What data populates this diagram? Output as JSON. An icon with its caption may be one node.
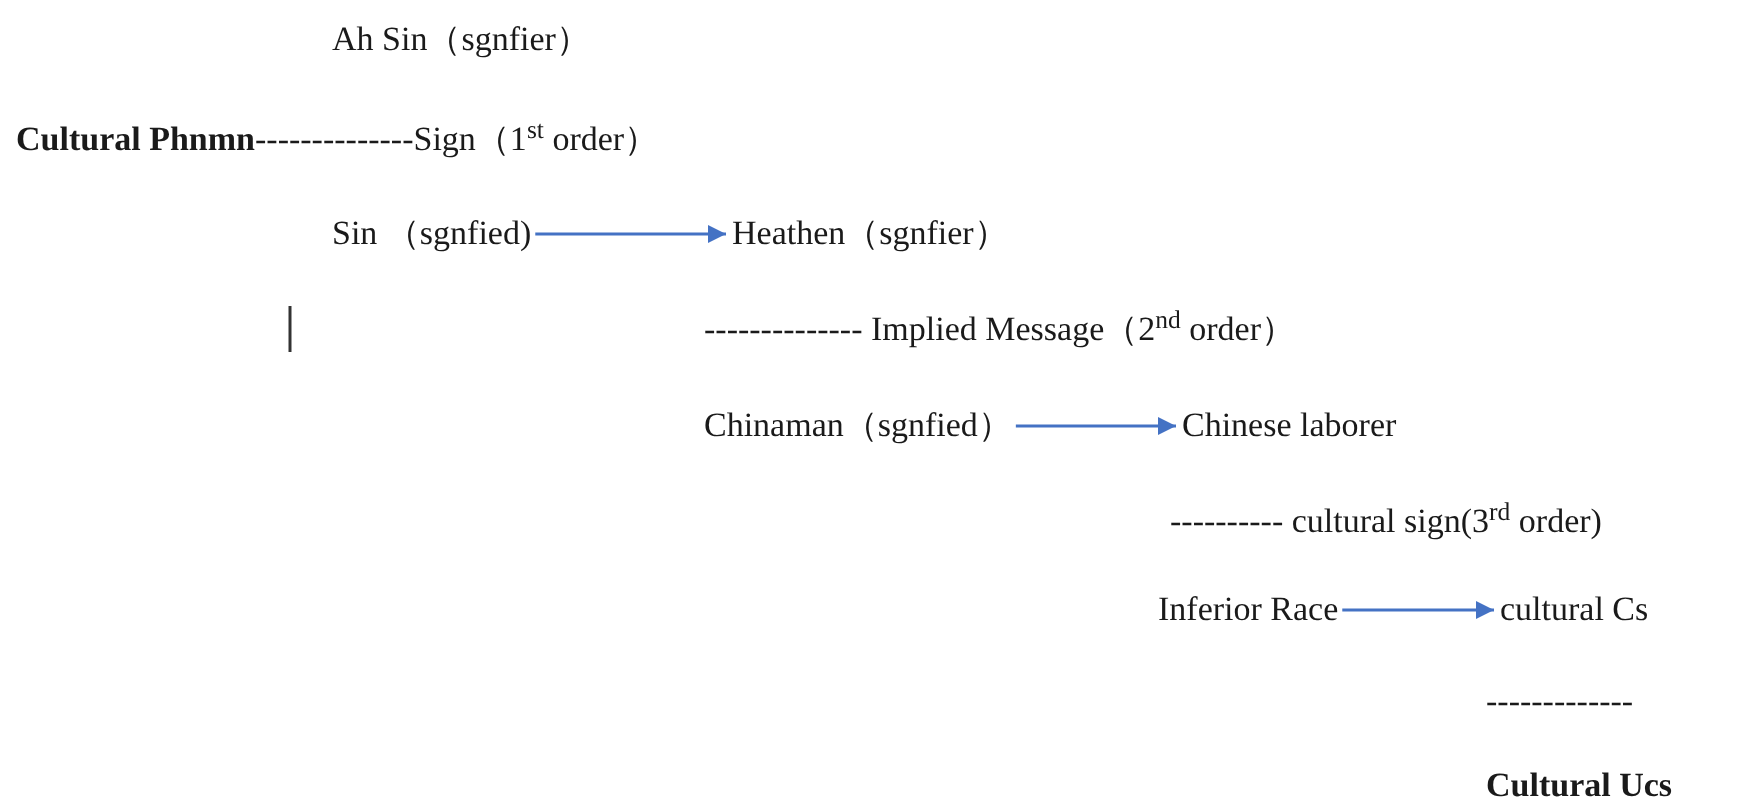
{
  "diagram": {
    "nodes": [
      {
        "text": [
          "Sin （sgnfied)"
        ]
      },
      {
        "text": [
          "Heathen（sgnfier）"
        ]
      },
      {
        "text": [
          "Chinaman（sgnfied）"
        ]
      },
      {
        "text": [
          "Chinese laborer"
        ]
      },
      {
        "text": [
          "Inferior Race"
        ]
      },
      {
        "text": [
          "cultural Cs"
        ]
      }
    ],
    "edges": [
      {
        "from": 0,
        "to": 1,
        "arrow": "to"
      },
      {
        "from": 2,
        "to": 3,
        "arrow": "to"
      },
      {
        "from": 4,
        "to": 5,
        "arrow": "to"
      }
    ],
    "labels": [
      "Ah Sin（sgnfier）",
      "**Cultural Phnmn**--------------Sign（1$^{st}$ order）",
      "-------------- Implied Message（2$^{nd}$ order）",
      "---------- cultural sign(3$^{rd}$ order)",
      "-------------",
      "Cultural Ucs"
    ]
  }
}
